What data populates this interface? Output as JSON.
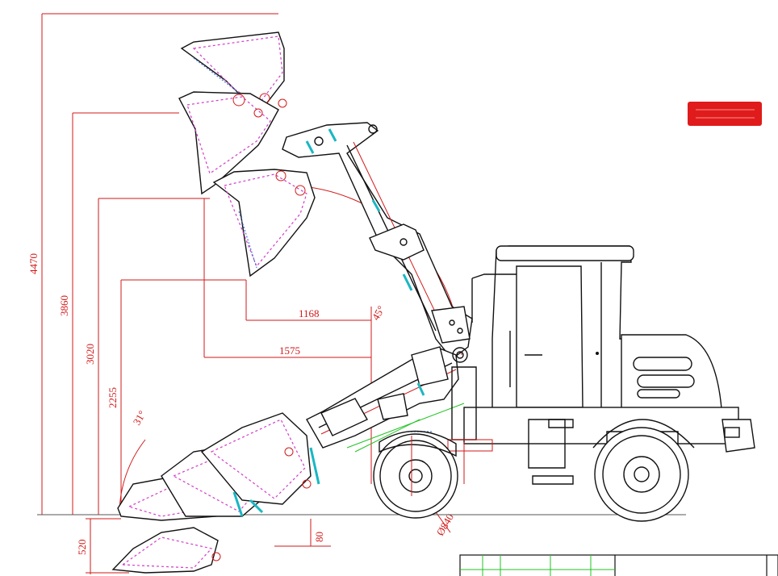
{
  "dimensions": {
    "h4470": "4470",
    "h3860": "3860",
    "h3020": "3020",
    "h2255": "2255",
    "h520": "520",
    "h80": "80",
    "reach1168": "1168",
    "reach1575": "1575",
    "angle45": "45°",
    "angle31": "31°",
    "wheel": "Ø840"
  },
  "colors": {
    "dimension": "#d21a1a",
    "outline": "#111111",
    "bucket_path": "#d23cc8",
    "cylinder": "#19b7c2",
    "linkage": "#22c322",
    "stamp": "#e01b1b"
  }
}
